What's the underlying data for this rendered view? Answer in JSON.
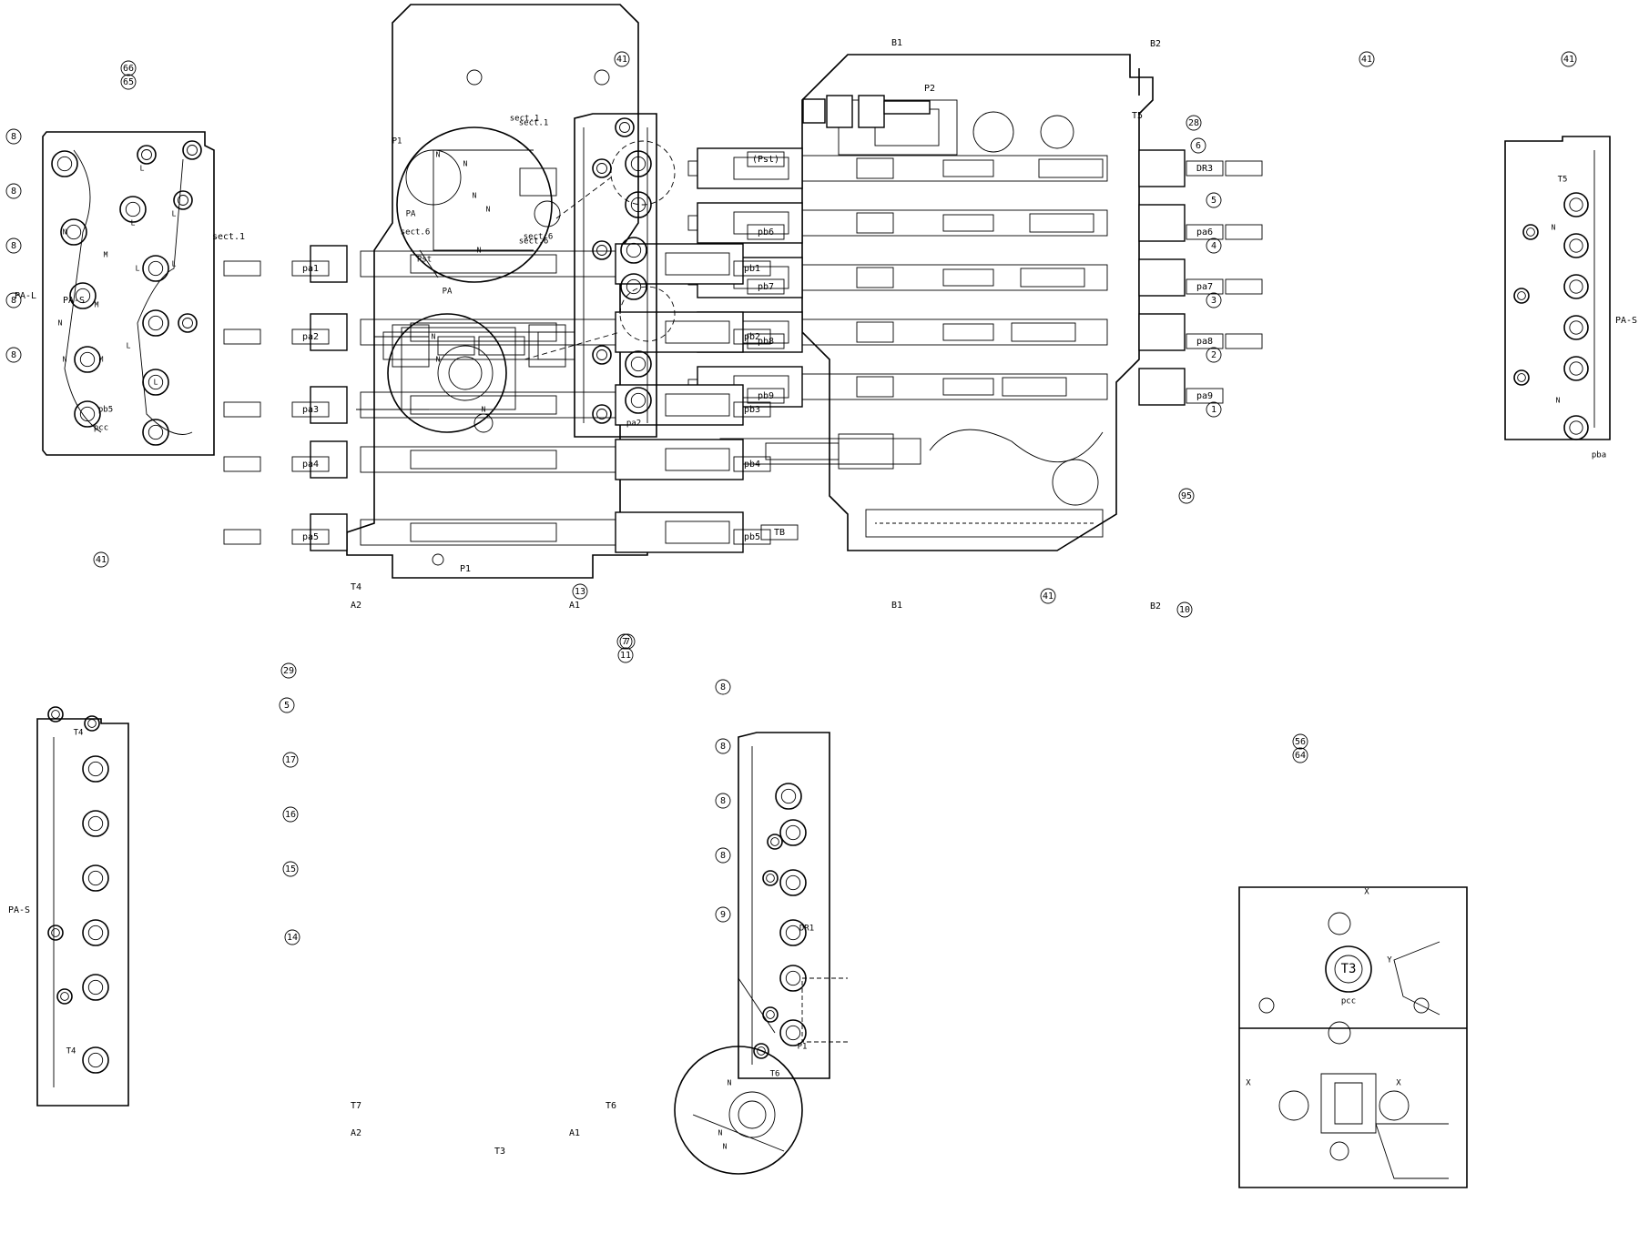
{
  "flipped": true,
  "callouts": [
    "66",
    "65",
    "41",
    "41",
    "41",
    "41",
    "41",
    "56",
    "64",
    "13",
    "7",
    "7",
    "11",
    "29",
    "5",
    "17",
    "16",
    "15",
    "14",
    "8",
    "8",
    "8",
    "8",
    "9",
    "28",
    "6",
    "5",
    "4",
    "3",
    "2",
    "1",
    "95",
    "10",
    "8",
    "8",
    "8",
    "8",
    "8"
  ],
  "views": {
    "top_left_plate": {
      "ports": [
        "PA-L",
        "sect.1",
        "PA-S",
        "pcc",
        "pb5"
      ],
      "port_markers": [
        "L",
        "L",
        "L",
        "L",
        "L",
        "L",
        "L",
        "N",
        "N",
        "N",
        "M",
        "M",
        "M"
      ]
    },
    "top_middle_plate": {
      "ports": [
        "pa2",
        "sect.6",
        "sect.1"
      ],
      "detail_a": {
        "labels": [
          "P1",
          "PA",
          "sect.6",
          "Pst",
          "PA",
          "sect.6",
          "sect.1"
        ],
        "markers": [
          "N",
          "N",
          "N",
          "N",
          "N"
        ]
      },
      "detail_b": {
        "markers": [
          "N",
          "N",
          "N"
        ]
      }
    },
    "top_section": {
      "left_pilot_ports": [
        "(Pst)",
        "pb6",
        "pb7",
        "pb8",
        "pb9",
        "TB"
      ],
      "right_pilot_ports": [
        "DR3",
        "pa6",
        "pa7",
        "pa8",
        "pa9"
      ],
      "cutting_marks": [
        "B1",
        "B2",
        "B1",
        "B2"
      ],
      "ports": [
        "P2",
        "T5"
      ]
    },
    "top_right_plate": {
      "ports": [
        "T5",
        "PA-S",
        "pba"
      ],
      "markers": [
        "N",
        "N"
      ]
    },
    "bottom_left_plate": {
      "ports": [
        "T4",
        "PA-S",
        "T4"
      ]
    },
    "bottom_section": {
      "left_pilot_ports": [
        "pa1",
        "pa2",
        "pa3",
        "pa4",
        "pa5"
      ],
      "right_pilot_ports": [
        "pb1",
        "pb2",
        "pb3",
        "pb4",
        "pb5"
      ],
      "cutting_marks": [
        "A2",
        "A1",
        "A2",
        "A1"
      ],
      "ports": [
        "P1",
        "T4",
        "T3",
        "T7",
        "T6"
      ]
    },
    "bottom_middle_plate": {
      "ports": [
        "DR1",
        "T6",
        "P1"
      ],
      "detail_markers": [
        "N",
        "N",
        "N"
      ]
    },
    "bottom_right_block": {
      "ports": [
        "T3",
        "pcc"
      ],
      "markers": [
        "X",
        "X",
        "X",
        "Y"
      ]
    }
  }
}
